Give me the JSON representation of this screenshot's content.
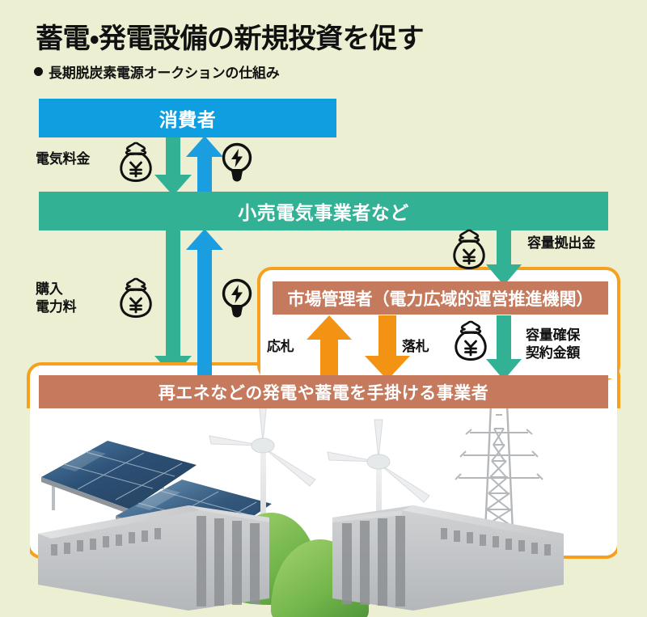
{
  "header": {
    "title": "蓄電・発電設備の新規投資を促す",
    "subtitle": "長期脱炭素電源オークションの仕組み",
    "bullet_icon": "filled-circle-bullet-icon"
  },
  "colors": {
    "background": "#ecefd1",
    "consumer_blue": "#0f9fe0",
    "retailer_green": "#32b195",
    "operator_brown": "#c57a5e",
    "frame_orange": "#f5a01e",
    "arrow_orange": "#f29313",
    "arrow_green": "#32b195",
    "arrow_blue": "#1a9ee0",
    "panel_white": "#ffffff",
    "text_dark": "#111111"
  },
  "nodes": {
    "consumer": "消費者",
    "retailer": "小売電気事業者など",
    "market_admin": "市場管理者（電力広域的運営推進機関）",
    "producer": "再エネなどの発電や蓄電を手掛ける事業者"
  },
  "flow_labels": {
    "electricity_fee": "電気料金",
    "purchase_power_fee": "購入\n電力料",
    "capacity_contribution": "容量拠出金",
    "capacity_contract_amount": "容量確保\n契約金額",
    "bid": "応札",
    "successful_bid": "落札"
  },
  "icons": {
    "money_bag_top": "money-bag-yen-icon",
    "money_bag_mid": "money-bag-yen-icon",
    "money_bag_contribution": "money-bag-yen-icon",
    "money_bag_contract": "money-bag-yen-icon",
    "bulb_top": "lightbulb-electricity-icon",
    "bulb_mid": "lightbulb-electricity-icon"
  },
  "arrows": {
    "money_down_consumer_to_retailer": {
      "direction": "down",
      "color": "#32b195"
    },
    "power_up_retailer_to_consumer": {
      "direction": "up",
      "color": "#1a9ee0"
    },
    "money_down_retailer_to_producer": {
      "direction": "down",
      "color": "#32b195"
    },
    "power_up_producer_to_retailer": {
      "direction": "up",
      "color": "#1a9ee0"
    },
    "contribution_down_to_market": {
      "direction": "down",
      "color": "#32b195"
    },
    "contract_down_to_producer": {
      "direction": "down",
      "color": "#32b195"
    },
    "bid_up_to_market": {
      "direction": "up",
      "color": "#f29313"
    },
    "award_down_to_producer": {
      "direction": "down",
      "color": "#f29313"
    }
  },
  "illustration": {
    "solar_panels": "solar-panel-array-icon",
    "wind_turbines": "wind-turbine-icon",
    "bushes": "green-bush-icon",
    "battery_containers": "battery-storage-container-icon",
    "transmission_tower": "transmission-tower-icon"
  }
}
